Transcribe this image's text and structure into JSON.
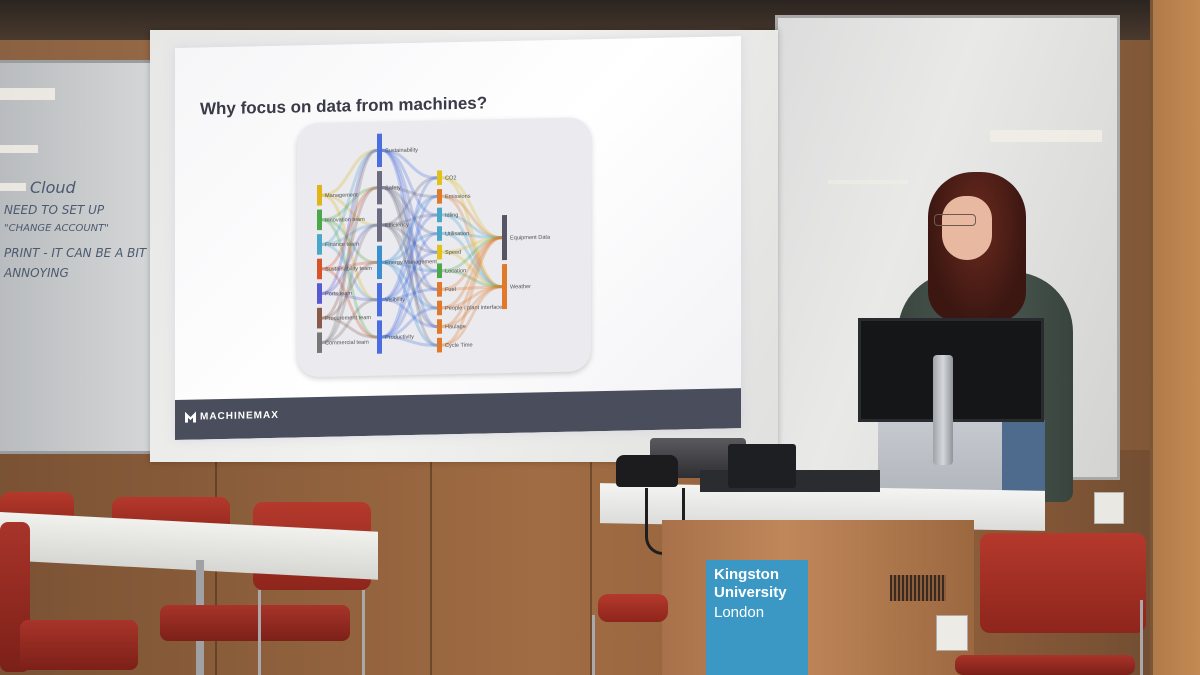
{
  "slide": {
    "title": "Why focus on data from machines?",
    "logo_text": "MACHINEMAX",
    "diagram": {
      "left_nodes": [
        {
          "label": "Management",
          "color": "#e0b51a"
        },
        {
          "label": "Innovation team",
          "color": "#4aa84a"
        },
        {
          "label": "Finance team",
          "color": "#4aa7c8"
        },
        {
          "label": "Sustainability team",
          "color": "#d8522a"
        },
        {
          "label": "Ports team",
          "color": "#5a5ad0"
        },
        {
          "label": "Procurement team",
          "color": "#8a5a4a"
        },
        {
          "label": "Commercial team",
          "color": "#777777"
        }
      ],
      "middle_nodes": [
        {
          "label": "Sustainability",
          "color": "#4a6ee0"
        },
        {
          "label": "Safety",
          "color": "#6a6a80"
        },
        {
          "label": "Efficiency",
          "color": "#6a6a80"
        },
        {
          "label": "Energy Management",
          "color": "#3a8fd0"
        },
        {
          "label": "Visibility",
          "color": "#4a6ee0"
        },
        {
          "label": "Productivity",
          "color": "#4a6ee0"
        }
      ],
      "right_nodes": [
        {
          "label": "CO2",
          "color": "#e0c21a"
        },
        {
          "label": "Emissions",
          "color": "#e07a2a"
        },
        {
          "label": "Idling",
          "color": "#4aa7c8"
        },
        {
          "label": "Utilisation",
          "color": "#4aa7c8"
        },
        {
          "label": "Speed",
          "color": "#e0c21a"
        },
        {
          "label": "Location",
          "color": "#4aa84a"
        },
        {
          "label": "Fuel",
          "color": "#e07a2a"
        },
        {
          "label": "People / plant interface",
          "color": "#e07a2a"
        },
        {
          "label": "Haulage",
          "color": "#e07a2a"
        },
        {
          "label": "Cycle Time",
          "color": "#e07a2a"
        }
      ],
      "sink_nodes": [
        {
          "label": "Equipment Data",
          "color": "#555566"
        },
        {
          "label": "Weather",
          "color": "#e07a2a"
        }
      ]
    }
  },
  "whiteboard_left": {
    "lines": [
      "Cloud",
      "NEED TO SET UP",
      "\"CHANGE ACCOUNT\"",
      "PRINT - IT CAN BE A BIT",
      "ANNOYING"
    ]
  },
  "lectern_sign": {
    "line1": "Kingston",
    "line2": "University",
    "line3": "London",
    "color": "#3b97c4"
  }
}
